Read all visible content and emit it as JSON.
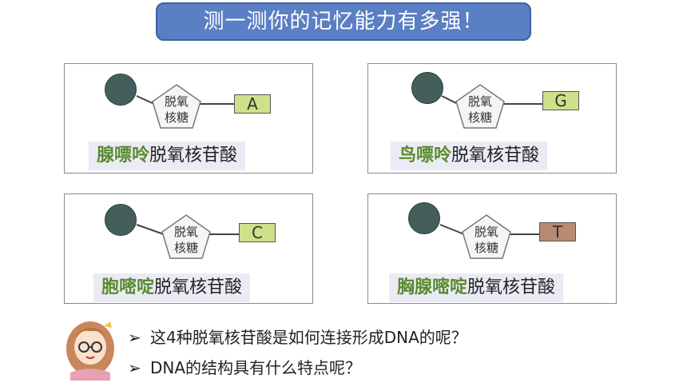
{
  "title": "测一测你的记忆能力有多强！",
  "sugar_label_line1": "脱氧",
  "sugar_label_line2": "核糖",
  "cards": [
    {
      "base": "A",
      "base_color": "#cfe08a",
      "name_highlight": "腺嘌呤",
      "name_rest": "脱氧核苷酸"
    },
    {
      "base": "G",
      "base_color": "#cfe08a",
      "name_highlight": "鸟嘌呤",
      "name_rest": "脱氧核苷酸"
    },
    {
      "base": "C",
      "base_color": "#cfe08a",
      "name_highlight": "胞嘧啶",
      "name_rest": "脱氧核苷酸"
    },
    {
      "base": "T",
      "base_color": "#b88a72",
      "name_highlight": "胸腺嘧啶",
      "name_rest": "脱氧核苷酸"
    }
  ],
  "questions": [
    {
      "bullet": "➢",
      "text": "这4种脱氧核苷酸是如何连接形成DNA的呢？"
    },
    {
      "bullet": "➢",
      "text": "DNA的结构具有什么特点呢？"
    }
  ]
}
